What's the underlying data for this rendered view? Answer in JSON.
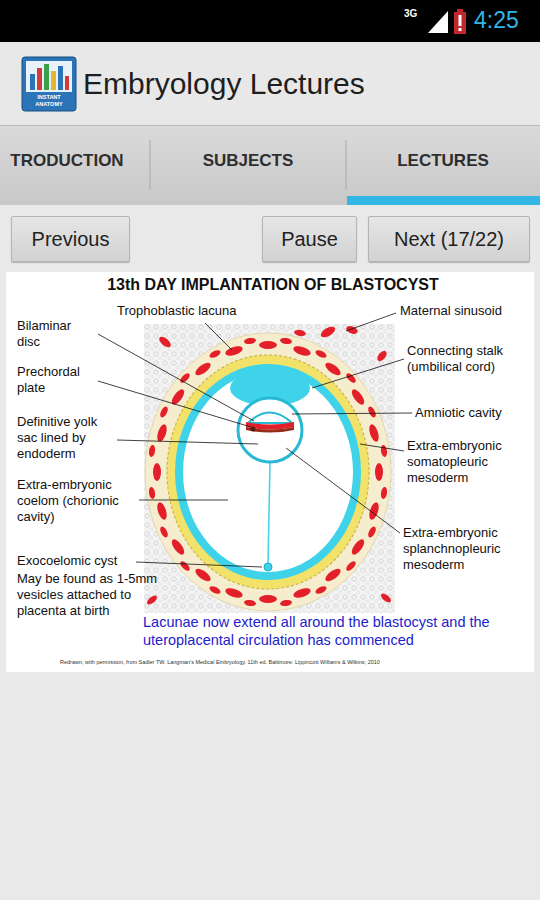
{
  "diagram": {
    "title": "13th DAY IMPLANTATION OF BLASTOCYST",
    "caption": "Lacunae now extend all around the blastocyst and the uteroplacental circulation has commenced",
    "nodes": [
      {
        "text": [
          "Embryology Lectures"
        ]
      },
      {
        "text": [
          "TRODUCTION"
        ]
      },
      {
        "text": [
          "SUBJECTS"
        ]
      },
      {
        "text": [
          "LECTURES"
        ]
      },
      {
        "text": [
          "Previous"
        ]
      },
      {
        "text": [
          "Pause"
        ]
      },
      {
        "text": [
          "Next (17/22)"
        ]
      }
    ],
    "labels": [
      "3G",
      "4:25",
      "INSTANT ANATOMY",
      "Trophoblastic lacuna",
      "Maternal sinusoid",
      "Bilaminar disc",
      "Connecting stalk (umbilical cord)",
      "Prechordal plate",
      "Amniotic cavity",
      "Definitive yolk sac lined by endoderm",
      "Extra-embryonic somatopleuric mesoderm",
      "Extra-embryonic coelom (chorionic cavity)",
      "Extra-embryonic splanchnopleuric mesoderm",
      "Exocoelomic cyst",
      "May be found as 1-5mm vesicles attached to placenta at birth",
      "Redrawn, with permission, from Sadler TW. Langman's Medical Embryology. 11th ed. Baltimore: Lippincott Williams & Wilkins; 2010"
    ]
  }
}
